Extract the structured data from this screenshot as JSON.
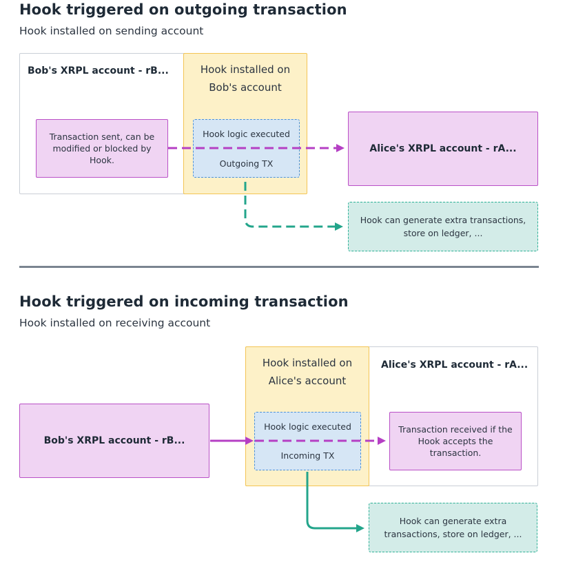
{
  "outgoing": {
    "title": "Hook triggered on outgoing transaction",
    "subtitle": "Hook installed on sending account",
    "sender_account_label": "Bob's XRPL account - rB...",
    "hook_title": "Hook installed on Bob's account",
    "sent_tx_text": "Transaction sent, can be modified or blocked by Hook.",
    "hook_logic": "Hook logic executed",
    "tx_direction": "Outgoing TX",
    "receiver_account_label": "Alice's XRPL account - rA...",
    "extra_tx_text": "Hook can generate extra transactions, store on ledger, ..."
  },
  "incoming": {
    "title": "Hook triggered on incoming transaction",
    "subtitle": "Hook installed on receiving account",
    "receiver_account_label": "Alice's XRPL account - rA...",
    "hook_title": "Hook installed on Alice's account",
    "sender_account_label": "Bob's XRPL account - rB...",
    "hook_logic": "Hook logic executed",
    "tx_direction": "Incoming TX",
    "received_tx_text": "Transaction received if the Hook accepts the transaction.",
    "extra_tx_text": "Hook can generate extra transactions, store on ledger, ..."
  },
  "colors": {
    "tx_arrow": "#b53fc4",
    "side_effect_arrow": "#23a58b",
    "hook_fill": "#fdf1c8",
    "account_fill": "#f0d4f3",
    "logic_fill": "#d6e6f5",
    "extra_fill": "#d3ece8"
  }
}
